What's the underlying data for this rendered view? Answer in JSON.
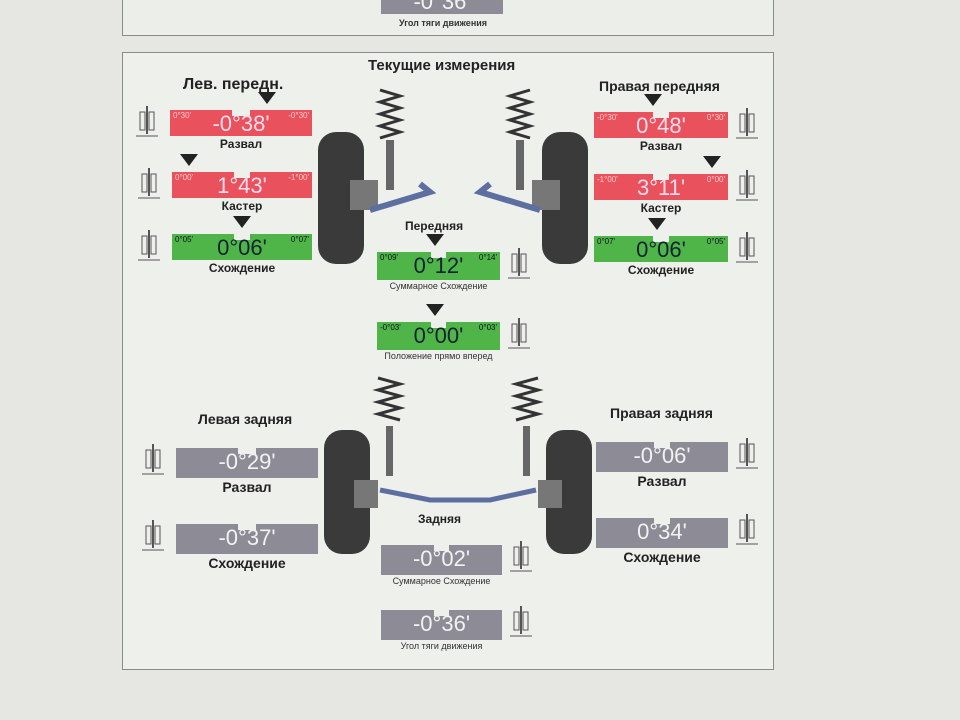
{
  "top_fragment": {
    "value": "-0°36'",
    "label": "Угол тяги движения"
  },
  "title": "Текущие измерения",
  "left_front": {
    "title": "Лев. передн.",
    "camber": {
      "label": "Развал",
      "value": "-0°38'",
      "min": "0°30'",
      "max": "-0°30'",
      "status": "red"
    },
    "caster": {
      "label": "Кастер",
      "value": "1°43'",
      "min": "0°00'",
      "max": "-1°00'",
      "status": "red"
    },
    "toe": {
      "label": "Схождение",
      "value": "0°06'",
      "min": "0°05'",
      "max": "0°07'",
      "status": "green"
    }
  },
  "right_front": {
    "title": "Правая передняя",
    "camber": {
      "label": "Развал",
      "value": "0°48'",
      "min": "-0°30'",
      "max": "0°30'",
      "status": "red"
    },
    "caster": {
      "label": "Кастер",
      "value": "3°11'",
      "min": "-1°00'",
      "max": "0°00'",
      "status": "red"
    },
    "toe": {
      "label": "Схождение",
      "value": "0°06'",
      "min": "0°07'",
      "max": "0°05'",
      "status": "green"
    }
  },
  "front": {
    "title": "Передняя",
    "total_toe": {
      "label": "Суммарное Схождение",
      "value": "0°12'",
      "min": "0°09'",
      "max": "0°14'",
      "status": "green"
    },
    "straight_ahead": {
      "label": "Положение прямо вперед",
      "value": "0°00'",
      "min": "-0°03'",
      "max": "0°03'",
      "status": "green"
    }
  },
  "left_rear": {
    "title": "Левая задняя",
    "camber": {
      "label": "Развал",
      "value": "-0°29'",
      "status": "gray"
    },
    "toe": {
      "label": "Схождение",
      "value": "-0°37'",
      "status": "gray"
    }
  },
  "right_rear": {
    "title": "Правая задняя",
    "camber": {
      "label": "Развал",
      "value": "-0°06'",
      "status": "gray"
    },
    "toe": {
      "label": "Схождение",
      "value": "0°34'",
      "status": "gray"
    }
  },
  "rear": {
    "title": "Задняя",
    "total_toe": {
      "label": "Суммарное Схождение",
      "value": "-0°02'",
      "status": "gray"
    },
    "thrust_angle": {
      "label": "Угол тяги движения",
      "value": "-0°36'",
      "status": "gray"
    }
  },
  "colors": {
    "out_of_range": "#e9525d",
    "in_range": "#4fb548",
    "no_spec": "#8d8c96"
  }
}
